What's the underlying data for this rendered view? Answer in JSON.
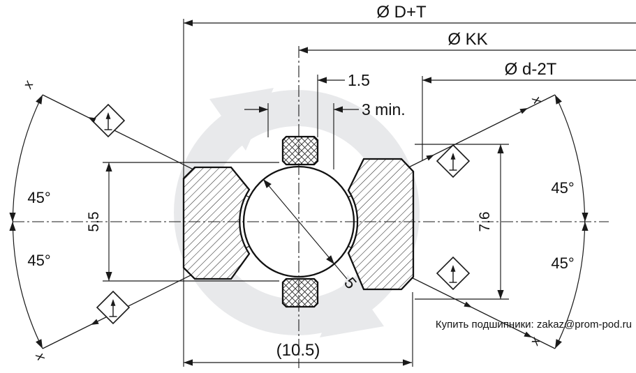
{
  "dims": {
    "outer": "Ø D+T",
    "kk": "Ø KK",
    "inner": "Ø d-2T",
    "land": "1.5",
    "clearance": "3 min.",
    "left_width": "5.5",
    "right_width": "7.6",
    "ball": "5",
    "overall": "(10.5)"
  },
  "angles": [
    "45°",
    "45°",
    "45°",
    "45°"
  ],
  "marks": [
    "x",
    "x",
    "x",
    "x"
  ],
  "watermark_text": "Купить подшипники: zakaz@prom-pod.ru",
  "colors": {
    "line": "#1a1a1a",
    "watermark_fill": "#e8e9eb",
    "watermark_text": "#4a4a4a"
  }
}
